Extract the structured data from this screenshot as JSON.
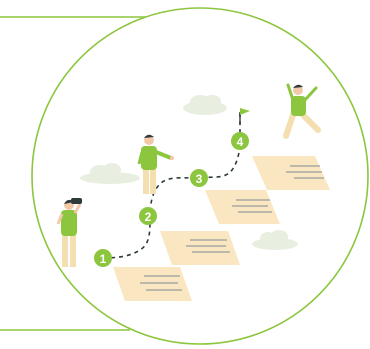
{
  "colors": {
    "accent_green": "#8cc63f",
    "frame_line": "#8cc63f",
    "note_fill": "#fbe6c2",
    "note_lines": "#7f8c92",
    "cloud": "#e8efe0",
    "skin": "#f2c9a8",
    "pants": "#f3dfb0",
    "hair": "#2f3a3c"
  },
  "steps": [
    {
      "label": "1"
    },
    {
      "label": "2"
    },
    {
      "label": "3"
    },
    {
      "label": "4"
    }
  ],
  "icons": {
    "goal_flag": "flag-icon",
    "binoculars": "binoculars-icon"
  }
}
